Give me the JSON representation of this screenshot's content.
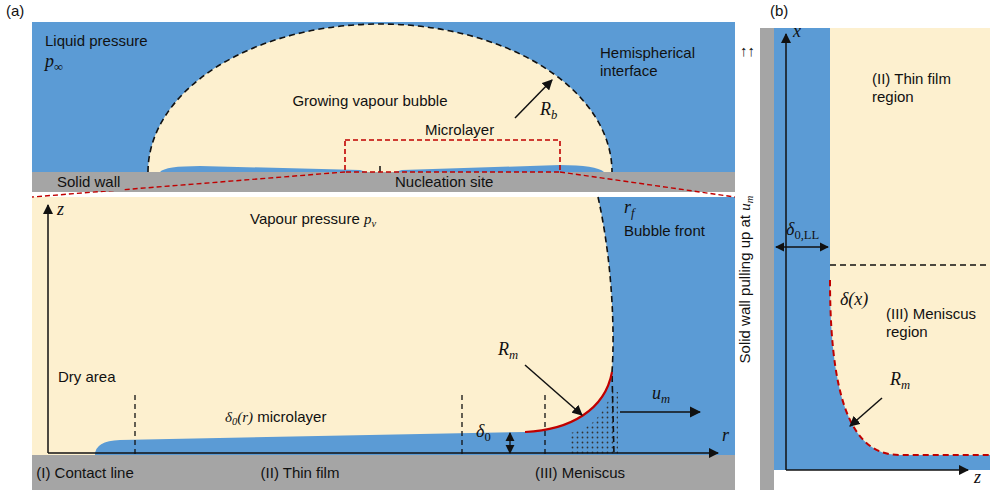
{
  "diagram": {
    "labels": [
      "(a)",
      "Liquid pressure",
      "p∞",
      "Growing vapour bubble",
      "Rb",
      "Hemispherical interface",
      "Microlayer",
      "Solid wall",
      "Nucleation site",
      "Vapour pressure pv",
      "z",
      "Dry area",
      "δ0(r) microlayer",
      "δ0",
      "Rm",
      "rf",
      "Bubble front",
      "um",
      "r",
      "(I) Contact line",
      "(II) Thin film",
      "(III) Meniscus",
      "(b)",
      "↑↑",
      "Solid wall pulling up at um",
      "x",
      "(II) Thin film region",
      "δ0,LL",
      "δ(x)",
      "(III) Meniscus region",
      "Rm",
      "z"
    ]
  }
}
